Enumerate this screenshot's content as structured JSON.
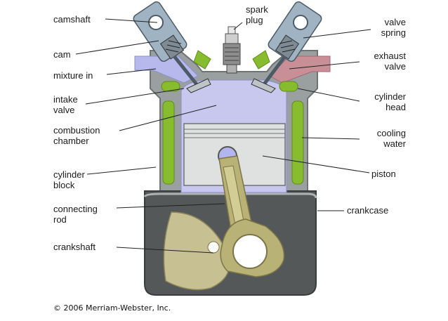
{
  "labels": {
    "camshaft": "camshaft",
    "spark_plug": "spark\nplug",
    "valve_spring": "valve\nspring",
    "cam": "cam",
    "exhaust_valve": "exhaust\nvalve",
    "mixture_in": "mixture in",
    "intake_valve": "intake\nvalve",
    "cylinder_head": "cylinder\nhead",
    "combustion_chamber": "combustion\nchamber",
    "cooling_water": "cooling\nwater",
    "cylinder_block": "cylinder\nblock",
    "piston": "piston",
    "connecting_rod": "connecting\nrod",
    "crankcase": "crankcase",
    "crankshaft": "crankshaft"
  },
  "copyright": "© 2006 Merriam-Webster, Inc.",
  "colors": {
    "block": "#9aa0a0",
    "block_edge": "#6e7474",
    "crankcase": "#545859",
    "cooling": "#86bc2e",
    "chamber": "#c8c8ef",
    "mixture": "#b7b9ec",
    "exhaust": "#c88f97",
    "piston": "#dfe0e0",
    "rod": "#b9b277",
    "crank": "#c6c092",
    "valve_box": "#9fb3c2"
  }
}
